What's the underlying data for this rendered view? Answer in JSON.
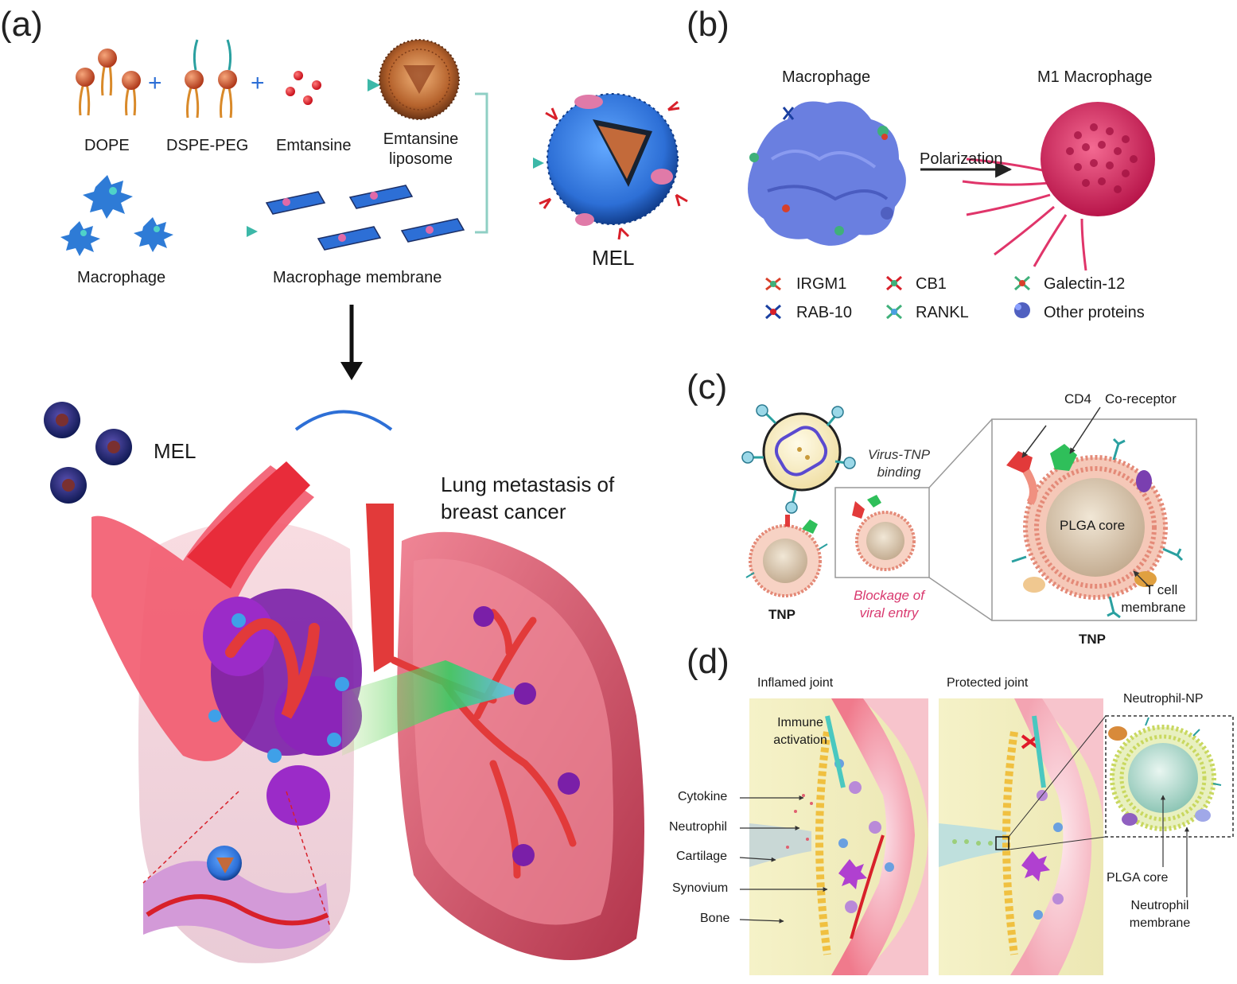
{
  "panels": {
    "a": {
      "letter": "(a)",
      "labels": {
        "dope": "DOPE",
        "dspe_peg": "DSPE-PEG",
        "emtansine": "Emtansine",
        "emtansine_liposome_1": "Emtansine",
        "emtansine_liposome_2": "liposome",
        "macrophage": "Macrophage",
        "macrophage_membrane": "Macrophage membrane",
        "mel_top": "MEL",
        "mel_bottom": "MEL",
        "lung_1": "Lung metastasis of",
        "lung_2": "breast cancer"
      },
      "plus_signs": [
        "+",
        "+"
      ]
    },
    "b": {
      "letter": "(b)",
      "labels": {
        "macrophage": "Macrophage",
        "m1_macrophage": "M1 Macrophage",
        "polarization": "Polarization"
      },
      "legend": [
        "IRGM1",
        "CB1",
        "Galectin-12",
        "RAB-10",
        "RANKL",
        "Other proteins"
      ]
    },
    "c": {
      "letter": "(c)",
      "labels": {
        "binding_1": "Virus-TNP",
        "binding_2": "binding",
        "blockage_1": "Blockage of",
        "blockage_2": "viral entry",
        "tnp_left": "TNP",
        "tnp_right": "TNP",
        "cd4": "CD4",
        "coreceptor": "Co-receptor",
        "plga_core": "PLGA core",
        "tcell_1": "T cell",
        "tcell_2": "membrane"
      }
    },
    "d": {
      "letter": "(d)",
      "labels": {
        "inflamed": "Inflamed joint",
        "protected": "Protected joint",
        "immune_1": "Immune",
        "immune_2": "activation",
        "cytokine": "Cytokine",
        "neutrophil": "Neutrophil",
        "cartilage": "Cartilage",
        "synovium": "Synovium",
        "bone": "Bone",
        "neutrophil_np": "Neutrophil-NP",
        "plga_core": "PLGA core",
        "nmem_1": "Neutrophil",
        "nmem_2": "membrane"
      }
    }
  },
  "colors": {
    "liposome_blue": "#2d6fd6",
    "tumor_purple": "#7a1fa8",
    "vessel_red": "#e23a3a",
    "m1_pink": "#e0356a",
    "macrophage_blue": "#6a7fe0",
    "arrow_cyan": "#5cc8c0"
  }
}
